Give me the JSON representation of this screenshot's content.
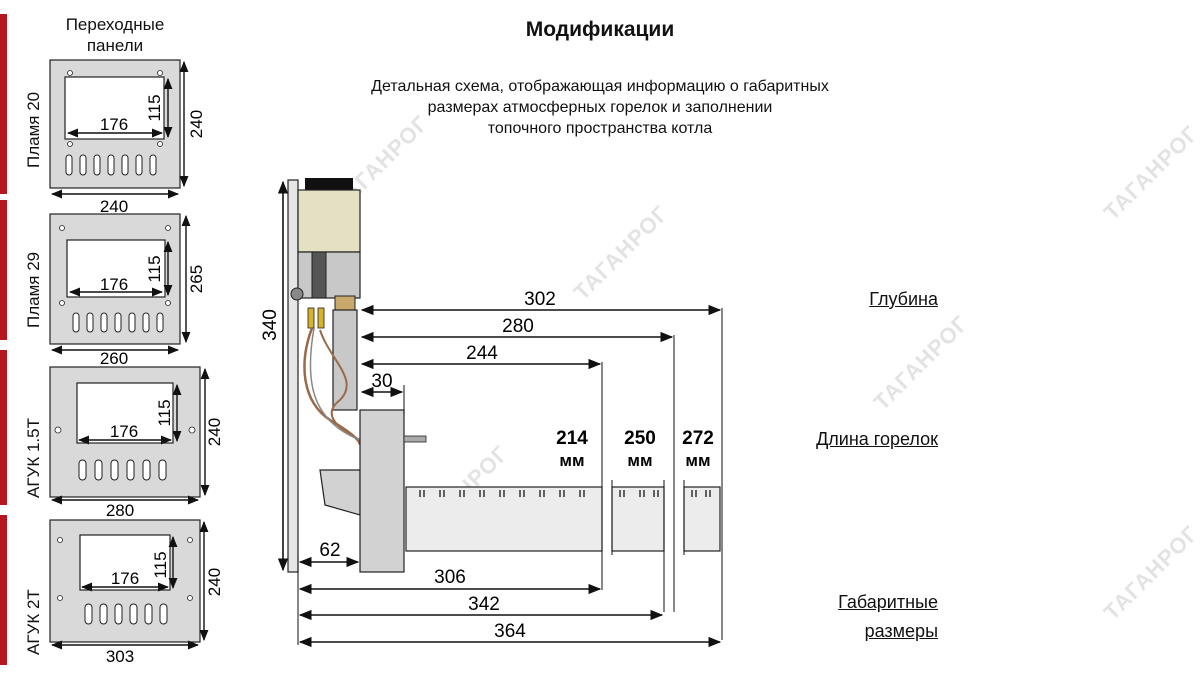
{
  "title": "Модификации",
  "subtitle_lines": [
    "Детальная схема, отображающая информацию о габаритных",
    "размерах атмосферных горелок и заполнении",
    "топочного пространства котла"
  ],
  "panels_header": [
    "Переходные",
    "панели"
  ],
  "watermark": "ТАГАНРОГ",
  "colors": {
    "accent": "#b5171e",
    "panel_fill": "#d9d9d9",
    "panel_window": "#ffffff",
    "outline": "#222222"
  },
  "panels": [
    {
      "name": "Пламя 20",
      "window_width": "176",
      "window_height": "115",
      "panel_width": "240",
      "panel_height": "240"
    },
    {
      "name": "Пламя 29",
      "window_width": "176",
      "window_height": "115",
      "panel_width": "260",
      "panel_height": "265"
    },
    {
      "name": "АГУК 1.5Т",
      "window_width": "176",
      "window_height": "115",
      "panel_width": "280",
      "panel_height": "240"
    },
    {
      "name": "АГУК 2Т",
      "window_width": "176",
      "window_height": "115",
      "panel_width": "303",
      "panel_height": "240"
    }
  ],
  "burner": {
    "height": "340",
    "depth_dims": [
      "302",
      "280",
      "244",
      "30"
    ],
    "burner_lengths": [
      {
        "value": "214",
        "unit": "мм"
      },
      {
        "value": "250",
        "unit": "мм"
      },
      {
        "value": "272",
        "unit": "мм"
      }
    ],
    "base_dim": "62",
    "overall_dims": [
      "306",
      "342",
      "364"
    ]
  },
  "right_labels": {
    "depth": "Глубина",
    "burner_length": "Длина горелок",
    "overall": [
      "Габаритные",
      "размеры"
    ]
  }
}
